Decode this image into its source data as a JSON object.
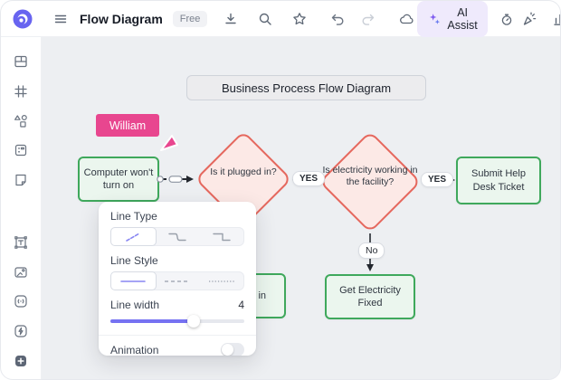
{
  "topbar": {
    "title": "Flow Diagram",
    "badge": "Free",
    "ai_assist": "AI Assist"
  },
  "canvas": {
    "title": "Business Process Flow Diagram",
    "collaborator": "William",
    "nodes": {
      "start": "Computer won't turn on",
      "decision1": "Is it plugged in?",
      "decision2": "Is electricity working in the facility?",
      "submit": "Submit Help Desk Ticket",
      "fix": "Get Electricity Fixed",
      "hidden_partial": "in"
    },
    "edges": {
      "yes1": "YES",
      "yes2": "YES",
      "no": "No"
    }
  },
  "panel": {
    "line_type": "Line Type",
    "line_style": "Line Style",
    "line_width": "Line width",
    "line_width_value": "4",
    "animation": "Animation"
  },
  "colors": {
    "accent": "#6864f0",
    "collaborator_pink": "#e8468f",
    "process_border": "#3fa85c",
    "process_fill": "#ebf6ee",
    "decision_border": "#e5685e",
    "decision_fill": "#fce9e6"
  }
}
